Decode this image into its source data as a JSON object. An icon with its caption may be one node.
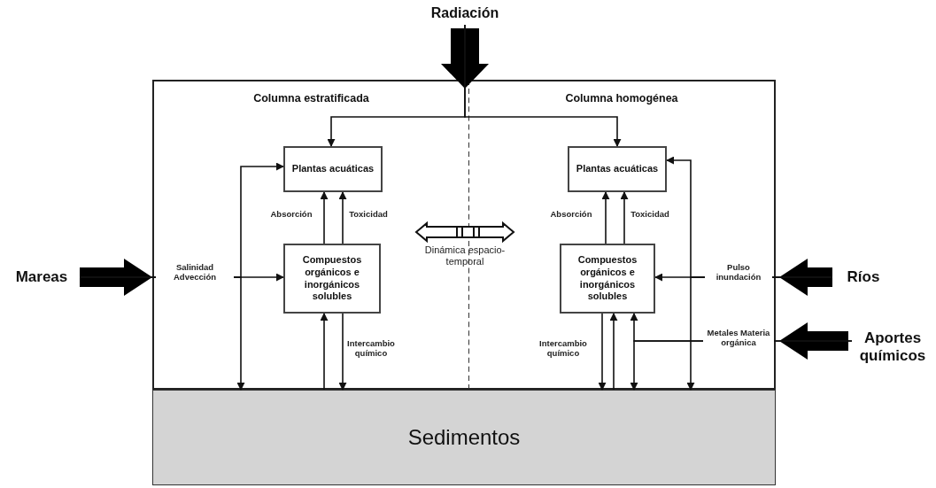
{
  "diagram": {
    "nodes": [
      {
        "text": [
          "Radiación"
        ]
      },
      {
        "text": [
          "Columna estratificada"
        ]
      },
      {
        "text": [
          "Columna homogénea"
        ]
      },
      {
        "text": [
          "Plantas acuáticas"
        ],
        "in": 1
      },
      {
        "text": [
          "Compuestos orgánicos e inorgánicos solubles"
        ],
        "in": 1
      },
      {
        "text": [
          "Plantas acuáticas"
        ],
        "in": 2
      },
      {
        "text": [
          "Compuestos orgánicos e inorgánicos solubles"
        ],
        "in": 2
      },
      {
        "text": [
          "Sedimentos"
        ]
      },
      {
        "text": [
          "Mareas"
        ]
      },
      {
        "text": [
          "Ríos"
        ]
      },
      {
        "text": [
          "Aportes químicos"
        ]
      }
    ],
    "edges": [
      {
        "from": 0,
        "to": 3,
        "arrow": "to"
      },
      {
        "from": 0,
        "to": 5,
        "arrow": "to"
      },
      {
        "from": 8,
        "to": 4,
        "arrow": "to",
        "label": "Salinidad Advección"
      },
      {
        "from": 8,
        "to": 3,
        "arrow": "to"
      },
      {
        "from": 8,
        "to": 7,
        "arrow": "to"
      },
      {
        "from": 4,
        "to": 3,
        "arrow": "to",
        "label": "Absorción"
      },
      {
        "from": 4,
        "to": 3,
        "arrow": "to",
        "label": "Toxicidad"
      },
      {
        "from": 7,
        "to": 4,
        "arrow": "to"
      },
      {
        "from": 4,
        "to": 7,
        "arrow": "to",
        "label": "Intercambio químico"
      },
      {
        "from": 9,
        "to": 6,
        "arrow": "to",
        "label": "Pulso inundación"
      },
      {
        "from": 9,
        "to": 5,
        "arrow": "to"
      },
      {
        "from": 9,
        "to": 7,
        "arrow": "to"
      },
      {
        "from": 6,
        "to": 5,
        "arrow": "to",
        "label": "Absorción"
      },
      {
        "from": 6,
        "to": 5,
        "arrow": "to",
        "label": "Toxicidad"
      },
      {
        "from": 6,
        "to": 7,
        "arrow": "to",
        "label": "Intercambio químico"
      },
      {
        "from": 7,
        "to": 6,
        "arrow": "to"
      },
      {
        "from": 10,
        "to": 6,
        "arrow": "to",
        "label": "Metales Materia orgánica"
      },
      {
        "from": 10,
        "to": 7,
        "arrow": "to"
      }
    ],
    "labels": [
      "Dinámica espacio-temporal"
    ]
  }
}
